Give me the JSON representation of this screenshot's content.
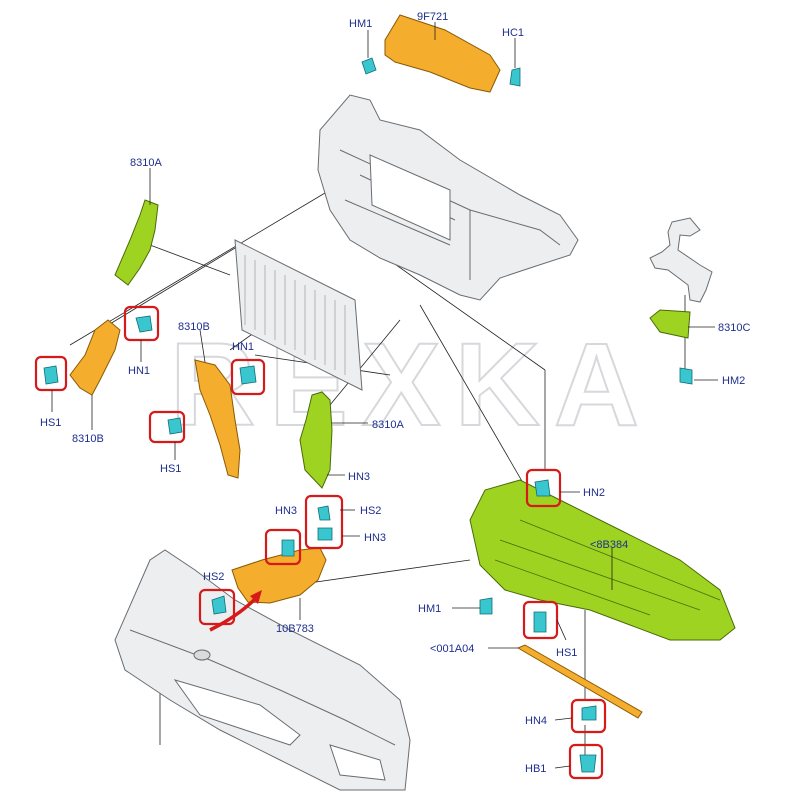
{
  "watermark": "REXKA",
  "labels": {
    "hm1_top": "HM1",
    "p9f721": "9F721",
    "hc1": "HC1",
    "p8310a_left": "8310A",
    "p8310b_mid": "8310B",
    "hn1_mid": "HN1",
    "hn1_left": "HN1",
    "hs1_left": "HS1",
    "p8310b_left": "8310B",
    "hs1_mid": "HS1",
    "p8310a_mid": "8310A",
    "hn3_mid": "HN3",
    "hn3_small": "HN3",
    "hs2_small": "HS2",
    "hn3_small2": "HN3",
    "hs2_left": "HS2",
    "p10b783": "10B783",
    "p8310c": "8310C",
    "hm2": "HM2",
    "hn2": "HN2",
    "p8b384": "<8B384",
    "hm1_right": "HM1",
    "hs1_right": "HS1",
    "p001a04": "<001A04",
    "hn4": "HN4",
    "hb1": "HB1"
  },
  "colors": {
    "label_text": "#1f2f8f",
    "highlight": "#d61a1a",
    "orange_part": "#f4ad2c",
    "green_part": "#9ed322",
    "clip": "#39c6cf",
    "gray_part": "#eceef0"
  }
}
